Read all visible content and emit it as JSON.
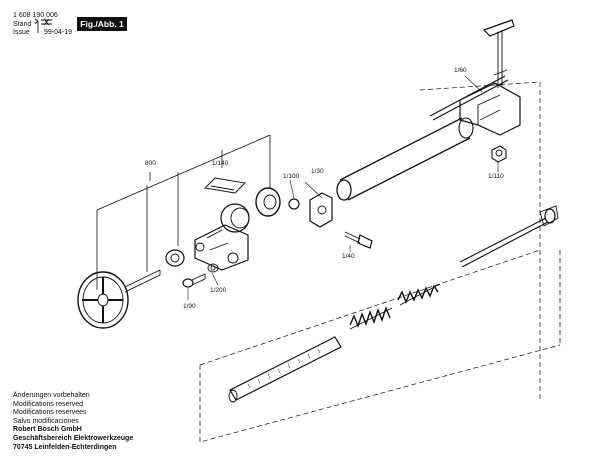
{
  "header": {
    "doc_number": "1 608 190 006",
    "stand_label": "Stand",
    "issue_label": "Issue",
    "issue_date": "99-04-19",
    "figure_label": "Fig./Abb. 1"
  },
  "parts": {
    "p800": "800",
    "p140": "1/140",
    "p100": "1/100",
    "p30": "1/30",
    "p40": "1/40",
    "p60": "1/60",
    "p110": "1/110",
    "p90": "1/90",
    "p200": "1/200"
  },
  "footer": {
    "line1": "Änderungen vorbehalten",
    "line2": "Modifications reserved",
    "line3": "Modifications reservees",
    "line4": "Salvo modificaciones",
    "line5": "Robert Bosch GmbH",
    "line6": "Geschäftsbereich Elektrowerkzeuge",
    "line7": "70745 Leinfelden-Echterdingen"
  }
}
